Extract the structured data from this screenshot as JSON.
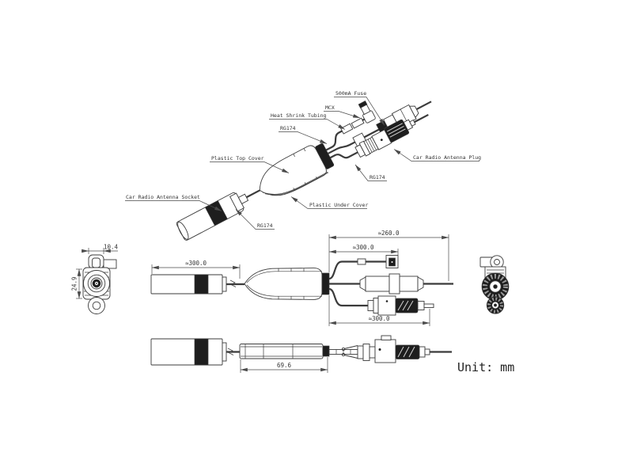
{
  "meta": {
    "unit_note": "Unit: mm"
  },
  "colors": {
    "background": "#ffffff",
    "line": "#3b3b3b",
    "dark_fill": "#1e1e1e",
    "text": "#333333"
  },
  "labels": {
    "fuse": "500mA Fuse",
    "mcx": "MCX",
    "heat_shrink": "Heat Shrink Tubing",
    "rg174_top": "RG174",
    "plastic_top_cover": "Plastic Top Cover",
    "car_radio_antenna_plug": "Car Radio Antenna Plug",
    "rg174_mid": "RG174",
    "plastic_under_cover": "Plastic Under Cover",
    "car_radio_antenna_socket": "Car Radio Antenna Socket",
    "rg174_bottom": "RG174"
  },
  "dimensions": {
    "socket_end_width": "10.4",
    "socket_end_height": "24.9",
    "socket_branch_length": "≈300.0",
    "fuse_branch_length": "≈260.0",
    "mcx_branch_length": "≈300.0",
    "plug_branch_length": "≈300.0",
    "cover_length": "69.6"
  }
}
